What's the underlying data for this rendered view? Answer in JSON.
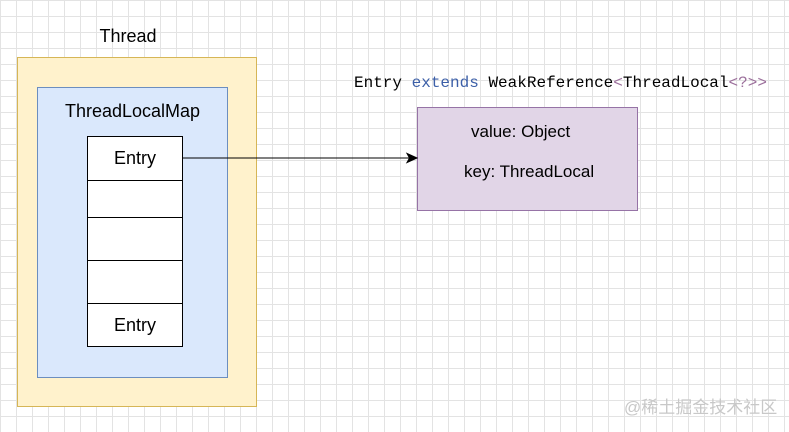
{
  "thread": {
    "title": "Thread"
  },
  "thread_local_map": {
    "title": "ThreadLocalMap",
    "entries": [
      "Entry",
      "",
      "",
      "",
      "Entry"
    ]
  },
  "entry_class": {
    "name": "Entry",
    "keyword": "extends",
    "superclass": "WeakReference",
    "lt": "<",
    "generic_inner": "ThreadLocal",
    "generic_arg": "<?>",
    "gt": ">",
    "fields": [
      {
        "name": "value",
        "sep": ": ",
        "type": "Object"
      },
      {
        "name": "key",
        "sep": ": ",
        "type": "ThreadLocal"
      }
    ]
  },
  "watermark": {
    "text": "@稀土掘金技术社区"
  },
  "colors": {
    "thread_fill": "#fff2cc",
    "thread_border": "#d6b656",
    "map_fill": "#dae8fc",
    "map_border": "#6c8ebf",
    "entry_fill": "#e1d5e7",
    "entry_border": "#9673a6"
  }
}
